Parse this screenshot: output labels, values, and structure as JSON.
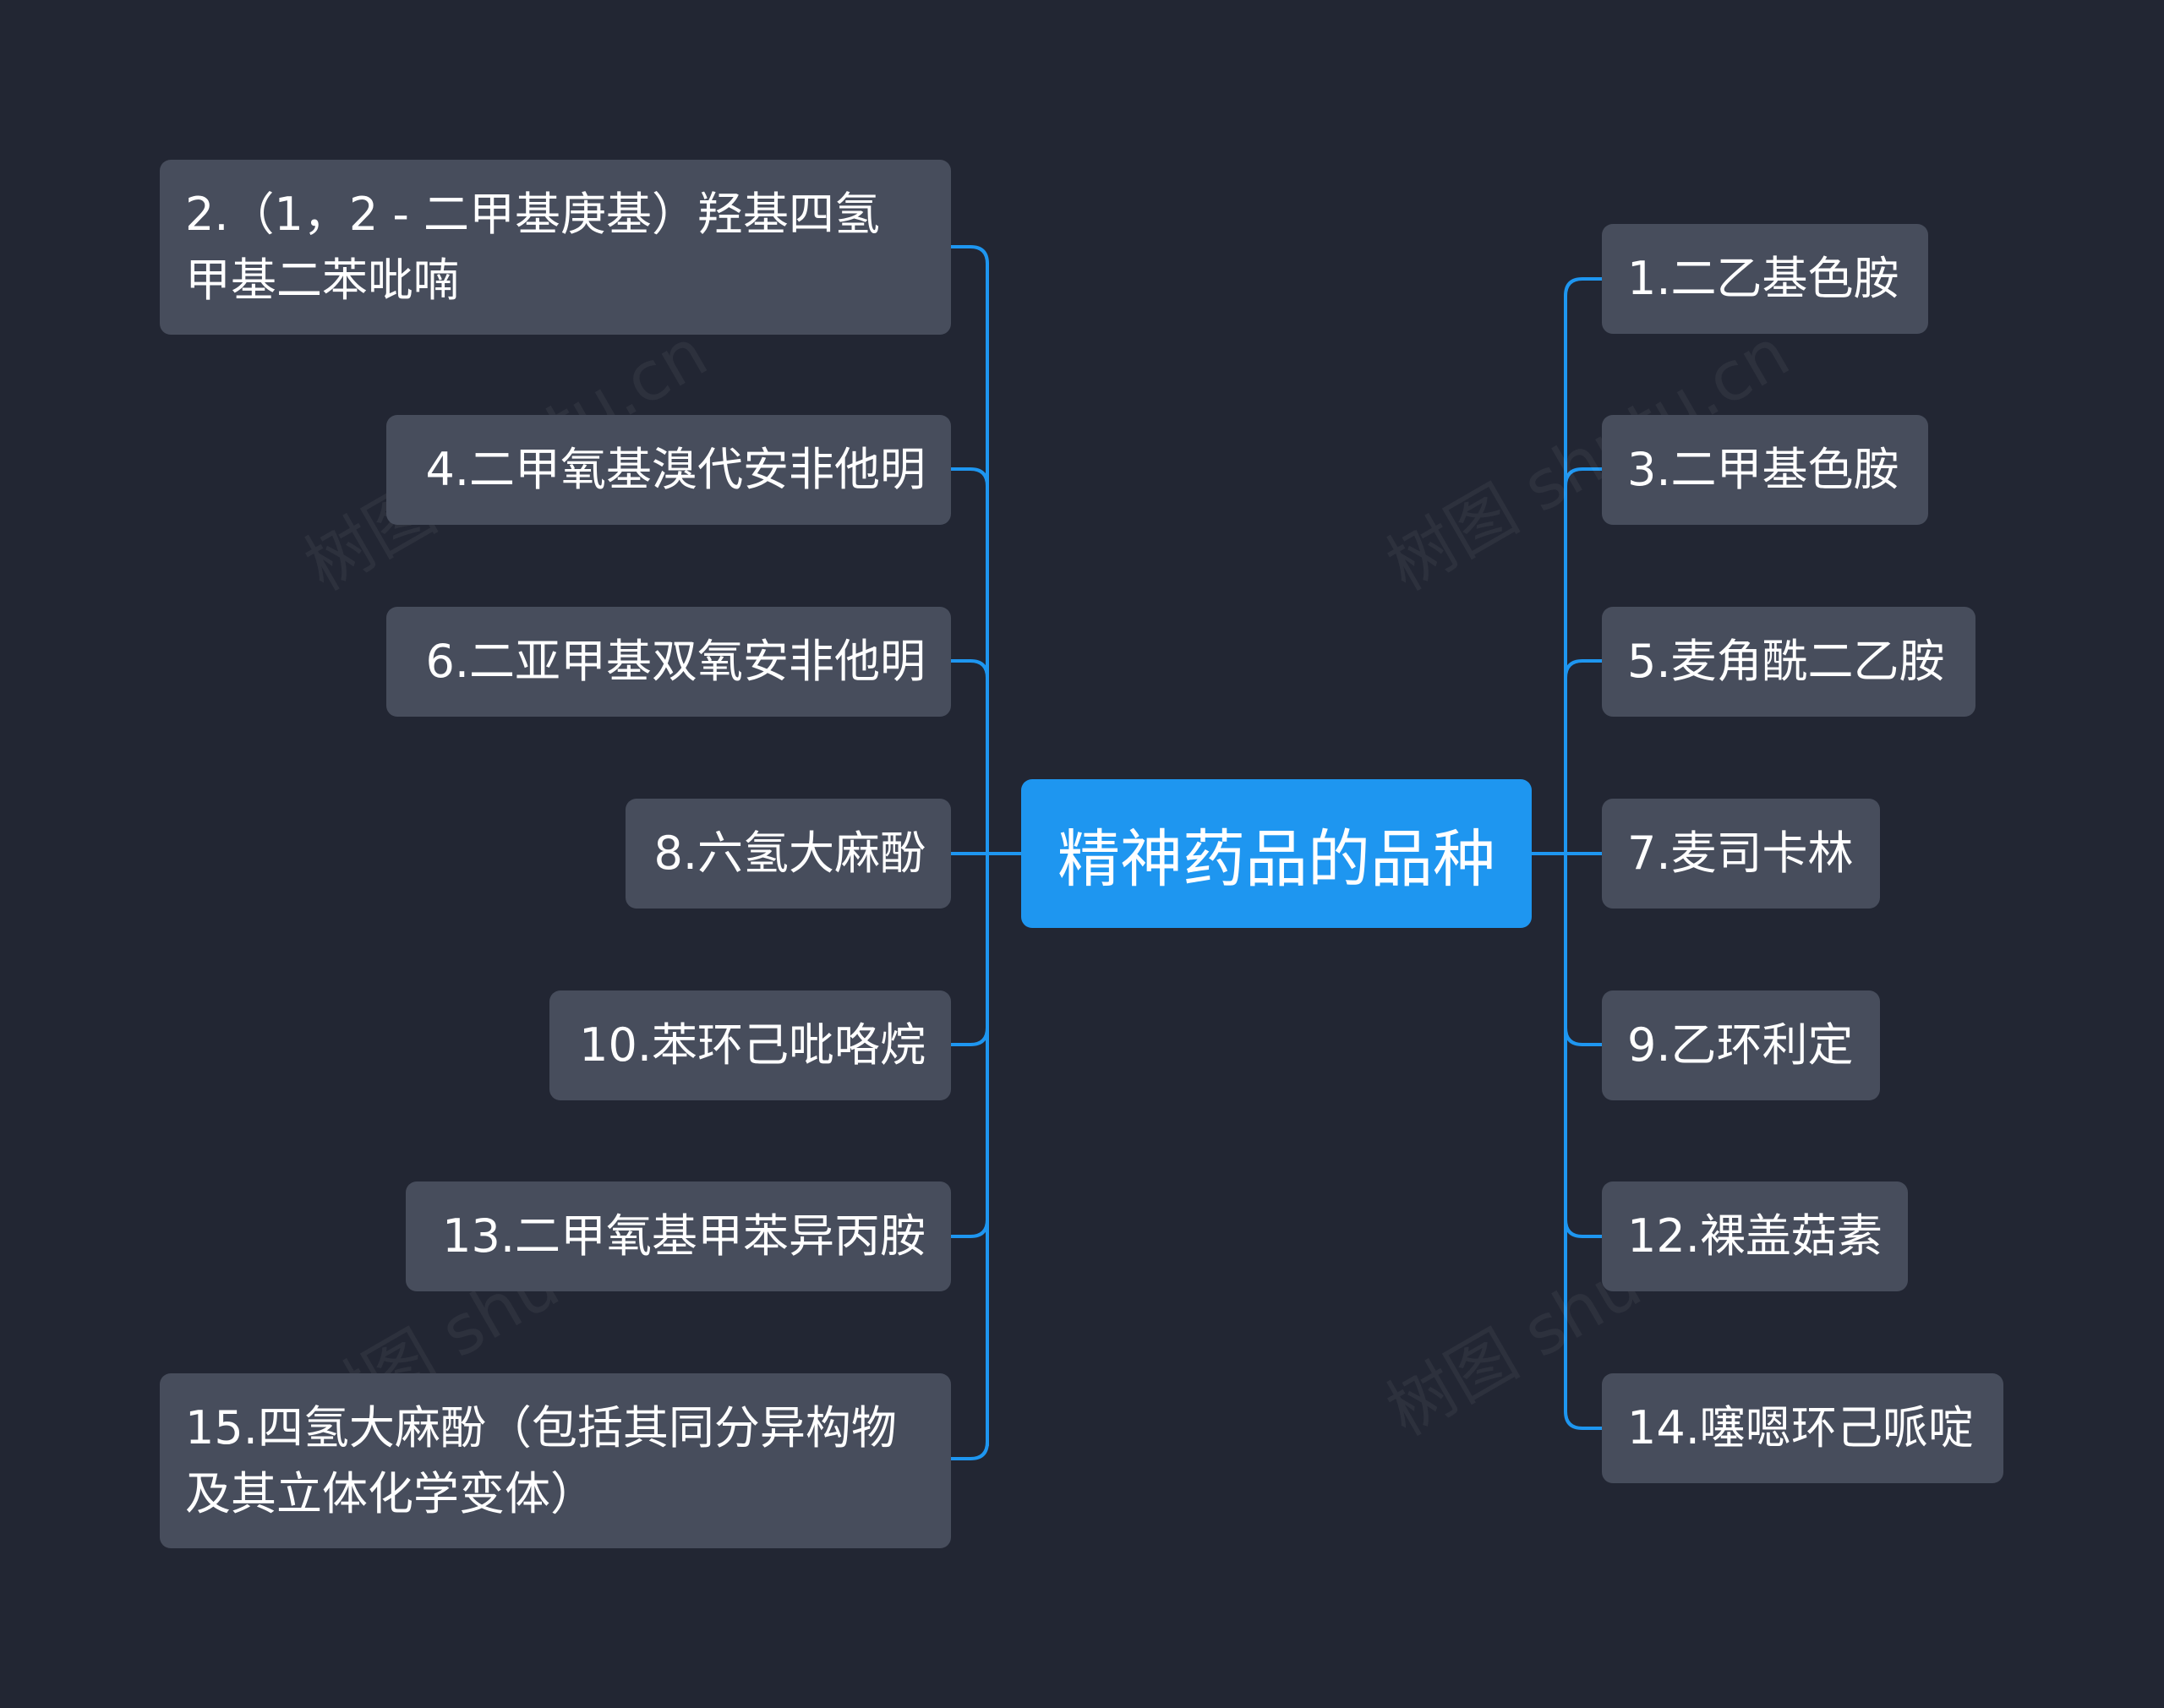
{
  "diagram": {
    "root": {
      "label": "精神药品的品种"
    },
    "left_branches": [
      {
        "label": "2.（1，2 - 二甲基庚基）羟基四氢甲基二苯吡喃"
      },
      {
        "label": "4.二甲氧基溴代安非他明"
      },
      {
        "label": "6.二亚甲基双氧安非他明"
      },
      {
        "label": "8.六氢大麻酚"
      },
      {
        "label": "10.苯环己吡咯烷"
      },
      {
        "label": "13.二甲氧基甲苯异丙胺"
      },
      {
        "label": "15.四氢大麻酚（包括其同分异构物及其立体化学变体）"
      }
    ],
    "right_branches": [
      {
        "label": "1.二乙基色胺"
      },
      {
        "label": "3.二甲基色胺"
      },
      {
        "label": "5.麦角酰二乙胺"
      },
      {
        "label": "7.麦司卡林"
      },
      {
        "label": "9.乙环利定"
      },
      {
        "label": "12.裸盖菇素"
      },
      {
        "label": "14.噻嗯环己哌啶"
      }
    ]
  },
  "watermark": {
    "text": "树图 shutu.cn"
  },
  "colors": {
    "background": "#222633",
    "root_fill": "#1e96f0",
    "node_fill": "#474d5c",
    "connector": "#1e96f0",
    "text": "#ffffff"
  }
}
